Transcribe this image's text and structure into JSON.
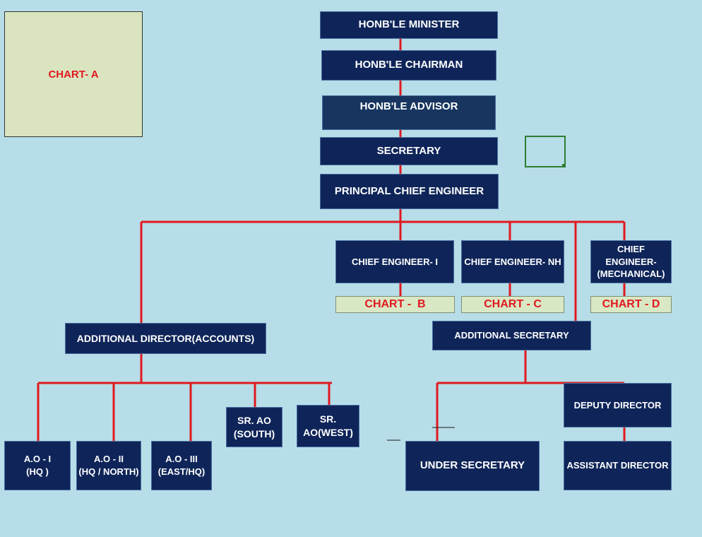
{
  "chart_a_label": "CHART- A",
  "nodes": {
    "minister": "HONB'LE MINISTER",
    "chairman": "HONB'LE CHAIRMAN",
    "advisor": "HONB'LE ADVISOR",
    "secretary": "SECRETARY",
    "pce": "PRINCIPAL CHIEF ENGINEER",
    "ce1": "CHIEF ENGINEER- I",
    "ce_nh": "CHIEF ENGINEER- NH",
    "ce_mech_1": "CHIEF ENGINEER-",
    "ce_mech_2": "(MECHANICAL)",
    "chart_b": "CHART -  B",
    "chart_c": "CHART - C",
    "chart_d": "CHART - D",
    "add_dir_accounts": "ADDITIONAL DIRECTOR(ACCOUNTS)",
    "add_secretary": "ADDITIONAL SECRETARY",
    "ao1_1": "A.O - I",
    "ao1_2": "(HQ )",
    "ao2_1": "A.O - II",
    "ao2_2": "(HQ / NORTH)",
    "ao3_1": "A.O - III",
    "ao3_2": "(EAST/HQ)",
    "srao_south_1": "SR. AO",
    "srao_south_2": "(SOUTH)",
    "srao_west_1": "SR.",
    "srao_west_2": "AO(WEST)",
    "under_secretary": "UNDER SECRETARY",
    "deputy_director": "DEPUTY DIRECTOR",
    "assistant_director": "ASSISTANT DIRECTOR"
  },
  "colors": {
    "background": "#b7dde8",
    "box": "#0f2559",
    "connector": "#e0191f",
    "chart_tag": "#d9e8c4"
  }
}
